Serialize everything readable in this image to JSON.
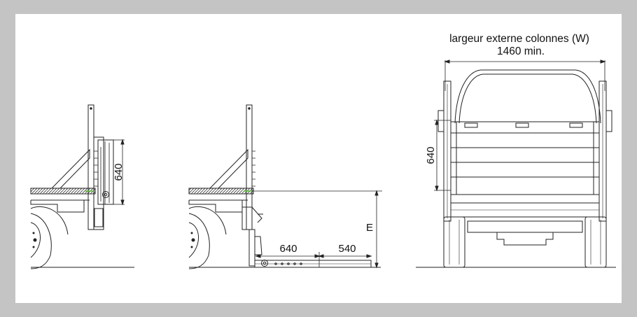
{
  "colors": {
    "frame": "#c4c4c4",
    "panel": "#ffffff",
    "ink": "#222222",
    "green_marker": "#58c030"
  },
  "view_left": {
    "dim_platform_height": "640"
  },
  "view_middle": {
    "dim_platform_depth": "640",
    "dim_extension": "540",
    "dim_ground_clearance": "E"
  },
  "view_rear": {
    "caption_line1": "largeur externe colonnes (W)",
    "caption_line2": "1460 min.",
    "dim_platform_height": "640"
  }
}
